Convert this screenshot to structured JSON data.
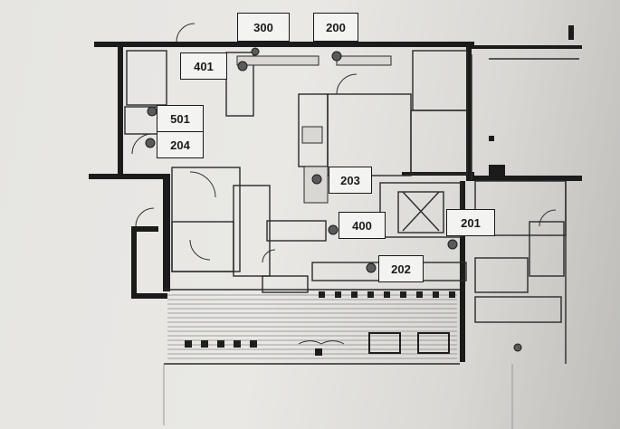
{
  "plan": {
    "labels": [
      {
        "id": "l300",
        "text": "300"
      },
      {
        "id": "l200",
        "text": "200"
      },
      {
        "id": "l401",
        "text": "401"
      },
      {
        "id": "l501",
        "text": "501"
      },
      {
        "id": "l204",
        "text": "204"
      },
      {
        "id": "l203",
        "text": "203"
      },
      {
        "id": "l400",
        "text": "400"
      },
      {
        "id": "l201",
        "text": "201"
      },
      {
        "id": "l202",
        "text": "202"
      }
    ],
    "colors": {
      "wall": "#1b1b1b",
      "paper": "#e7e6e3",
      "line": "#444444",
      "marker": "#5a5a5a"
    }
  }
}
